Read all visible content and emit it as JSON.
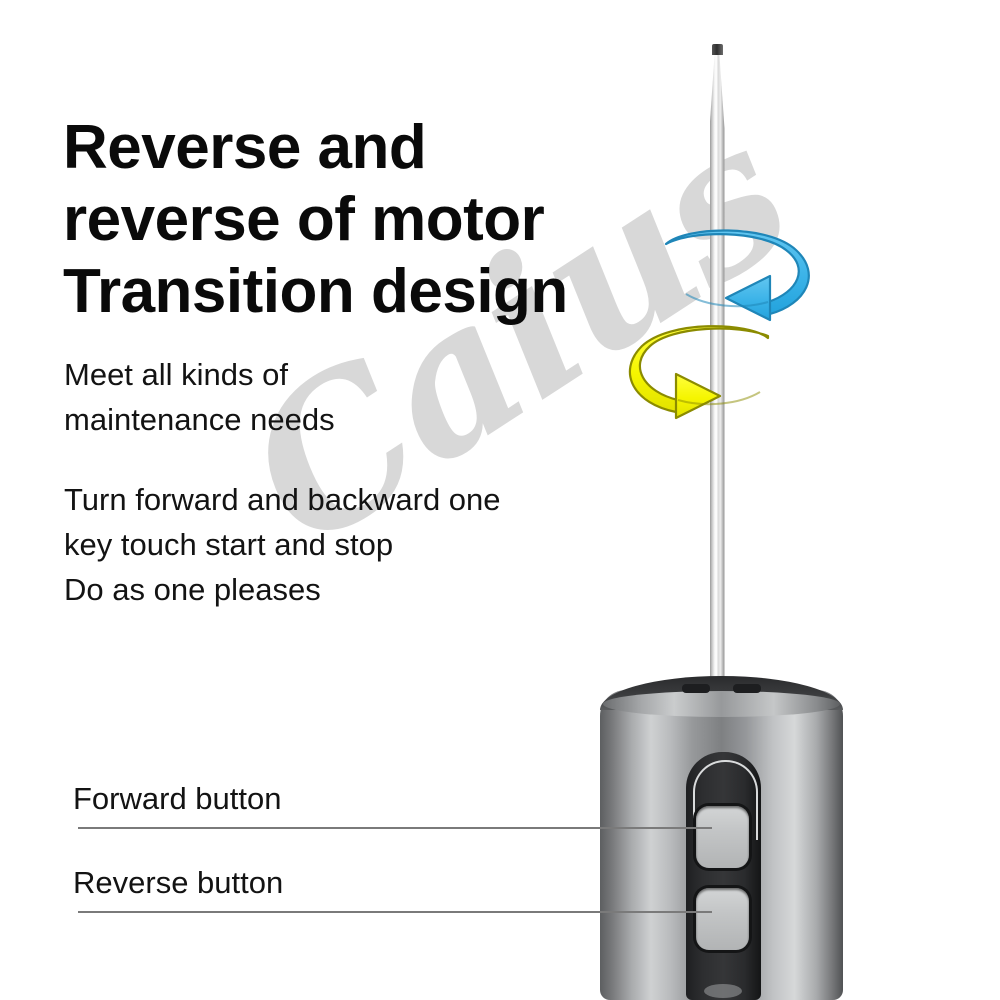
{
  "page": {
    "background_color": "#ffffff",
    "watermark_text": "Caius",
    "watermark_color": "#d8d8d8"
  },
  "headline": {
    "text": "Reverse and\nreverse of motor\nTransition design",
    "color": "#0a0a0a"
  },
  "subcopy": {
    "text": "Meet all kinds of\nmaintenance needs",
    "color": "#131313"
  },
  "bodycopy": {
    "text": "Turn forward and backward one\nkey touch start and stop\nDo as one pleases",
    "color": "#131313"
  },
  "callouts": [
    {
      "label": "Forward button",
      "target": "forward-button"
    },
    {
      "label": "Reverse button",
      "target": "reverse-button"
    }
  ],
  "product": {
    "name": "electric-screwdriver",
    "shaft_color": "#e2e2e2",
    "shaft_tip_color": "#2e2e2e",
    "handle_color": "#8e9093",
    "panel_color": "#2a2b2d",
    "button_color": "#c3c5c6"
  },
  "arrows": {
    "forward": {
      "name": "blue-rotation-arrow",
      "color": "#3bb3e8",
      "edge_color": "#1f86b8",
      "direction": "left"
    },
    "reverse": {
      "name": "yellow-rotation-arrow",
      "color": "#f5f500",
      "edge_color": "#8b8b00",
      "direction": "right"
    }
  }
}
